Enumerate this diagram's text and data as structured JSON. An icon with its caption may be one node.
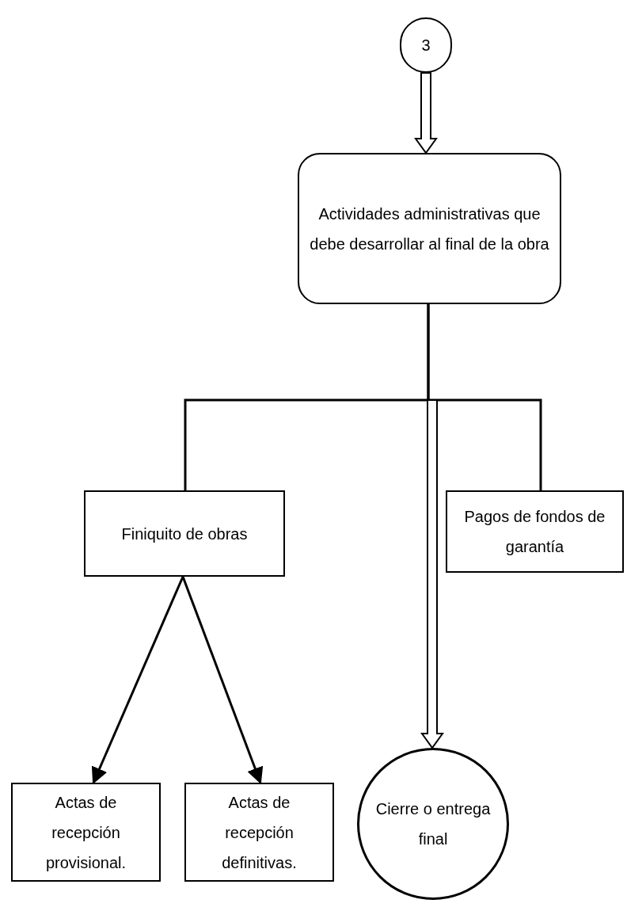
{
  "diagram": {
    "nodes": [
      {
        "text": [
          "3"
        ]
      },
      {
        "text": [
          "Actividades administrativas que debe desarrollar al final de la obra"
        ]
      },
      {
        "text": [
          "Finiquito de obras"
        ]
      },
      {
        "text": [
          "Pagos de fondos de garantía"
        ]
      },
      {
        "text": [
          "Actas de recepción provisional."
        ]
      },
      {
        "text": [
          "Actas de recepción definitivas."
        ]
      },
      {
        "text": [
          "Cierre o entrega final"
        ]
      }
    ],
    "edges": [
      {
        "from": 0,
        "to": 1,
        "arrow": "to",
        "style": "thick"
      },
      {
        "from": 1,
        "to": 2,
        "arrow": "none"
      },
      {
        "from": 1,
        "to": 3,
        "arrow": "none"
      },
      {
        "from": 1,
        "to": 6,
        "arrow": "to",
        "style": "thick"
      },
      {
        "from": 2,
        "to": 4,
        "arrow": "to"
      },
      {
        "from": 2,
        "to": 5,
        "arrow": "to"
      }
    ]
  }
}
